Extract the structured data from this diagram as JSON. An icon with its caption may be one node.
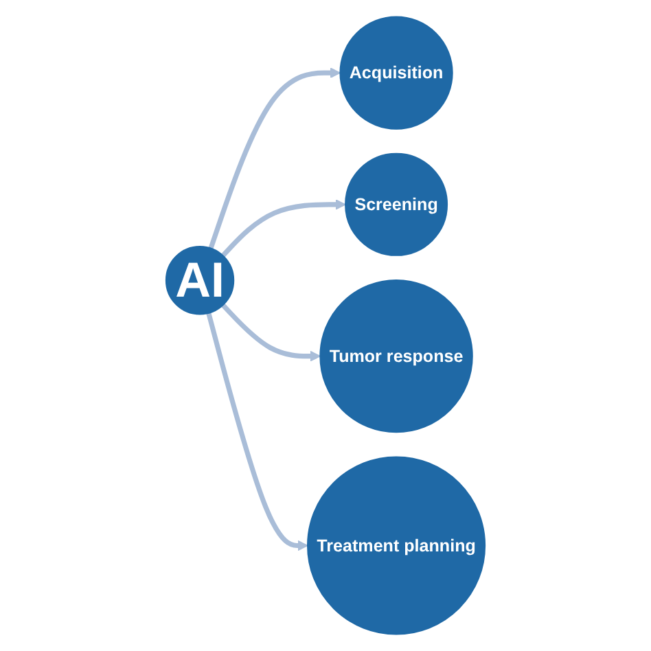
{
  "diagram": {
    "nodes": [
      {
        "text": [
          "AI"
        ]
      },
      {
        "text": [
          "Acquisition"
        ]
      },
      {
        "text": [
          "Screening"
        ]
      },
      {
        "text": [
          "Tumor response"
        ]
      },
      {
        "text": [
          "Treatment planning"
        ]
      }
    ],
    "edges": [
      {
        "from": 0,
        "to": 1,
        "arrow": "to"
      },
      {
        "from": 0,
        "to": 2,
        "arrow": "to"
      },
      {
        "from": 0,
        "to": 3,
        "arrow": "to"
      },
      {
        "from": 0,
        "to": 4,
        "arrow": "to"
      }
    ]
  }
}
